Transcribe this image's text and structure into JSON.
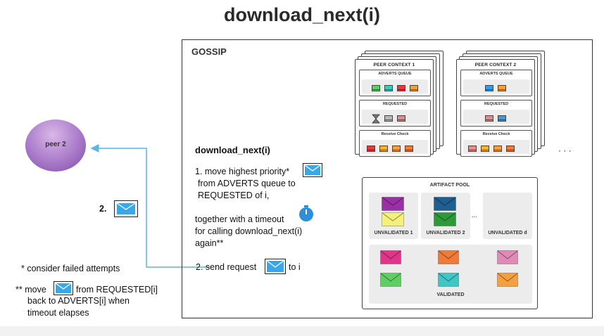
{
  "title": "download_next(i)",
  "gossip_label": "GOSSIP",
  "peer_label": "peer 2",
  "step2_label": "2.",
  "ellipsis_contexts": "· · ·",
  "ellipsis_pool": "...",
  "procedure": {
    "heading": "download_next(i)",
    "line1": "1. move highest priority*",
    "line2": "from ADVERTS queue to",
    "line3": "REQUESTED of i,",
    "line4": "together with a timeout",
    "line5": "for calling download_next(i)",
    "line6": "again**",
    "send_prefix": "2. send request",
    "send_suffix": "to i"
  },
  "notes": {
    "note1": "* consider failed attempts",
    "note2_prefix": "**  move",
    "note2_suffix": "from REQUESTED[i]",
    "note2_line2": "back to ADVERTS[i] when",
    "note2_line3": "timeout  elapses"
  },
  "peer_contexts": [
    {
      "title": "PEER CONTEXT 1",
      "adverts_title": "ADVERTS QUEUE",
      "adverts": [
        "#5fcf63",
        "#3fc6c6",
        "#e23b3b",
        "#f4a040"
      ],
      "requested_title": "REQUESTED",
      "requested": [
        "hourglass",
        "#b8b8b8",
        "#e38a8a"
      ],
      "receive_title": "Receive Check",
      "receive": [
        "#e23b3b",
        "#f2b233",
        "#f4a040",
        "#f07a3a"
      ]
    },
    {
      "title": "PEER CONTEXT 2",
      "adverts_title": "ADVERTS QUEUE",
      "adverts": [
        "#3b9be0",
        "#f4a040"
      ],
      "requested_title": "REQUESTED",
      "requested": [
        "#e38a8a",
        "#3b9be0"
      ],
      "receive_title": "Receive Check",
      "receive": [
        "#e88a8a",
        "#f2b233",
        "#f4a040",
        "#f07a3a"
      ]
    }
  ],
  "artifact_pool": {
    "title": "ARTIFACT POOL",
    "unvalidated": [
      {
        "label": "UNVALIDATED 1",
        "envelopes": [
          "#9b2fa8",
          "#f5f07a"
        ]
      },
      {
        "label": "UNVALIDATED 2",
        "envelopes": [
          "#1f5f8f",
          "#2d9a3a"
        ]
      },
      {
        "label": "UNVALIDATED d",
        "envelopes": []
      }
    ],
    "validated_label": "VALIDATED",
    "validated": [
      "#e0358a",
      "#f07a3a",
      "#e08ab8",
      "#5fcf63",
      "#3fc6c6",
      "#f4a040"
    ]
  },
  "colors": {
    "arrow": "#5bb6e0",
    "envelope_blue": "#3aa8e8",
    "stopwatch": "#2e8fd8"
  }
}
